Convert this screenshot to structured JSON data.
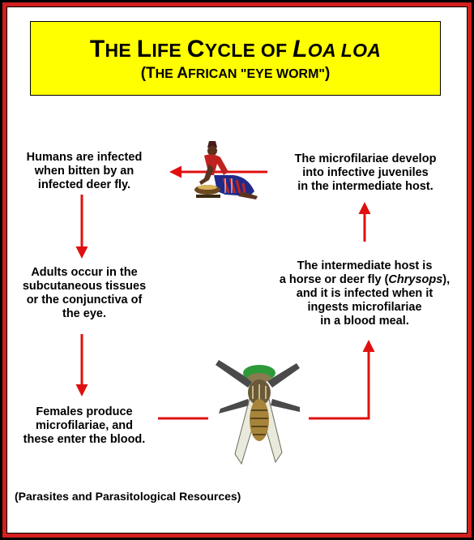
{
  "title": {
    "line1_prefix_cap1": "T",
    "line1_prefix_rest1": "HE ",
    "line1_cap2": "L",
    "line1_rest2": "IFE ",
    "line1_cap3": "C",
    "line1_rest3": "YCLE OF ",
    "line1_cap4": "L",
    "line1_rest4": "OA LOA",
    "line2_open": "(",
    "line2_cap1": "T",
    "line2_rest1": "HE ",
    "line2_cap2": "A",
    "line2_rest2": "FRICAN \"EYE WORM\"",
    "line2_close": ")"
  },
  "steps": {
    "humans_infected": [
      "Humans are infected",
      "when bitten by an",
      "infected deer fly."
    ],
    "adults_occur": [
      "Adults occur in the",
      "subcutaneous tissues",
      "or the conjunctiva of",
      "the eye."
    ],
    "females_produce": [
      "Females produce",
      "microfilariae, and",
      "these enter the blood."
    ],
    "intermediate_host": [
      "The intermediate host is",
      "a horse or deer fly (",
      "Chrysops",
      "),",
      "and it is infected when it",
      "ingests microfilariae",
      "in a blood meal."
    ],
    "microfilariae_develop": [
      "The microfilariae develop",
      "into infective juveniles",
      "in the intermediate host."
    ]
  },
  "credit": "(Parasites and Parasitological Resources)",
  "colors": {
    "border_red": "#d21f1f",
    "title_bg": "#ffff00",
    "arrow_red": "#e01010"
  }
}
